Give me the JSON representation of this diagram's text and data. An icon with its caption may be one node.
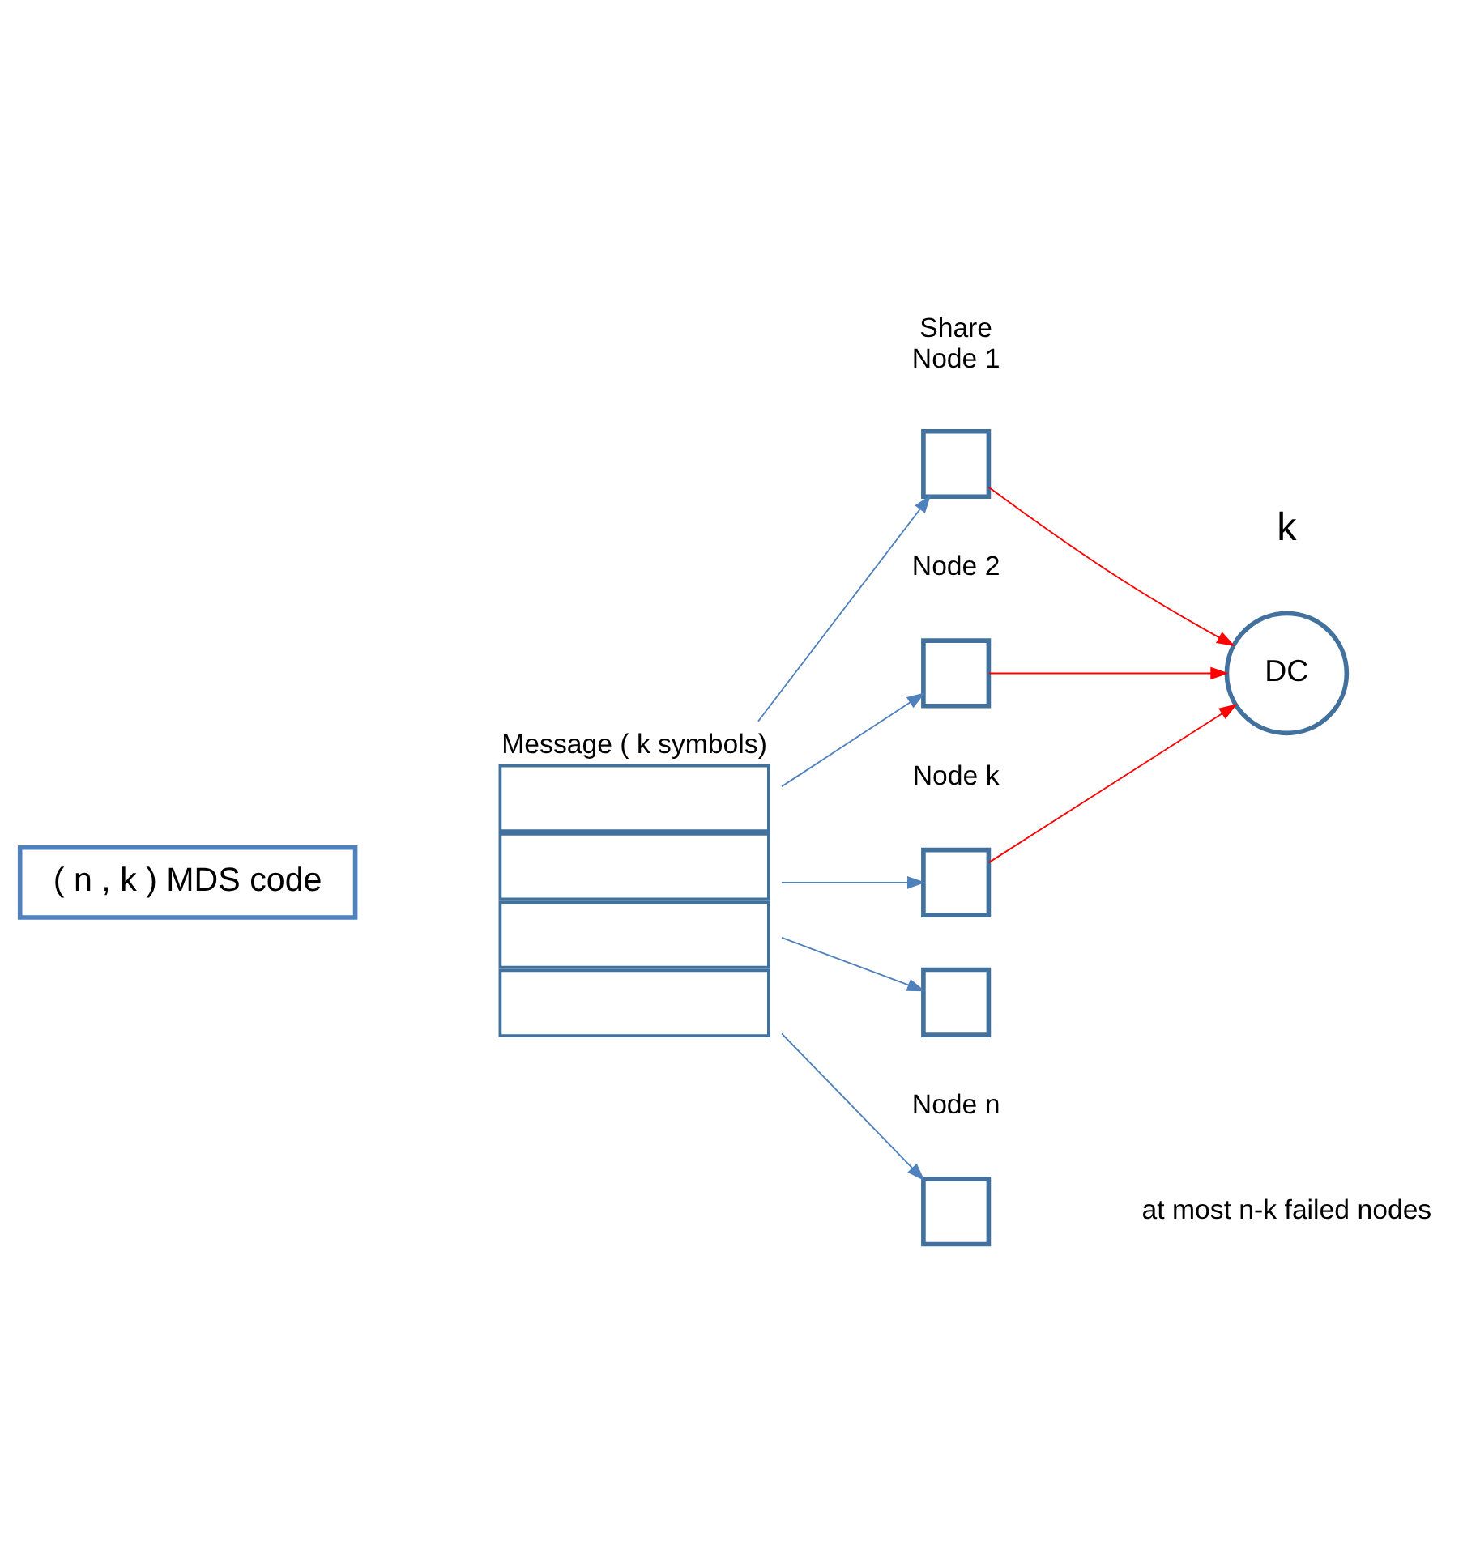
{
  "diagram": {
    "nodes": [
      {
        "text": [
          "( n , k ) MDS code"
        ]
      },
      {
        "text": [
          "Message ( k symbols)"
        ]
      },
      {
        "text": [],
        "shape": "box",
        "beside": [
          "Share",
          "Node 1"
        ]
      },
      {
        "text": [],
        "shape": "box",
        "beside": [
          "Node 2"
        ]
      },
      {
        "text": [],
        "shape": "box",
        "beside": [
          "Node k"
        ]
      },
      {
        "text": [],
        "shape": "box"
      },
      {
        "text": [],
        "shape": "box",
        "beside": [
          "Node n"
        ]
      },
      {
        "text": [
          "DC"
        ]
      }
    ],
    "edges": [
      {
        "from": 1,
        "to": 2,
        "arrow": "to"
      },
      {
        "from": 1,
        "to": 3,
        "arrow": "to"
      },
      {
        "from": 1,
        "to": 4,
        "arrow": "to"
      },
      {
        "from": 1,
        "to": 5,
        "arrow": "to"
      },
      {
        "from": 1,
        "to": 6,
        "arrow": "to"
      },
      {
        "from": 2,
        "to": 7,
        "arrow": "to",
        "color": "#ff0000"
      },
      {
        "from": 3,
        "to": 7,
        "arrow": "to",
        "color": "#ff0000"
      },
      {
        "from": 4,
        "to": 7,
        "arrow": "to",
        "color": "#ff0000"
      }
    ],
    "labels": [
      "k",
      "at most n-k failed nodes"
    ]
  }
}
